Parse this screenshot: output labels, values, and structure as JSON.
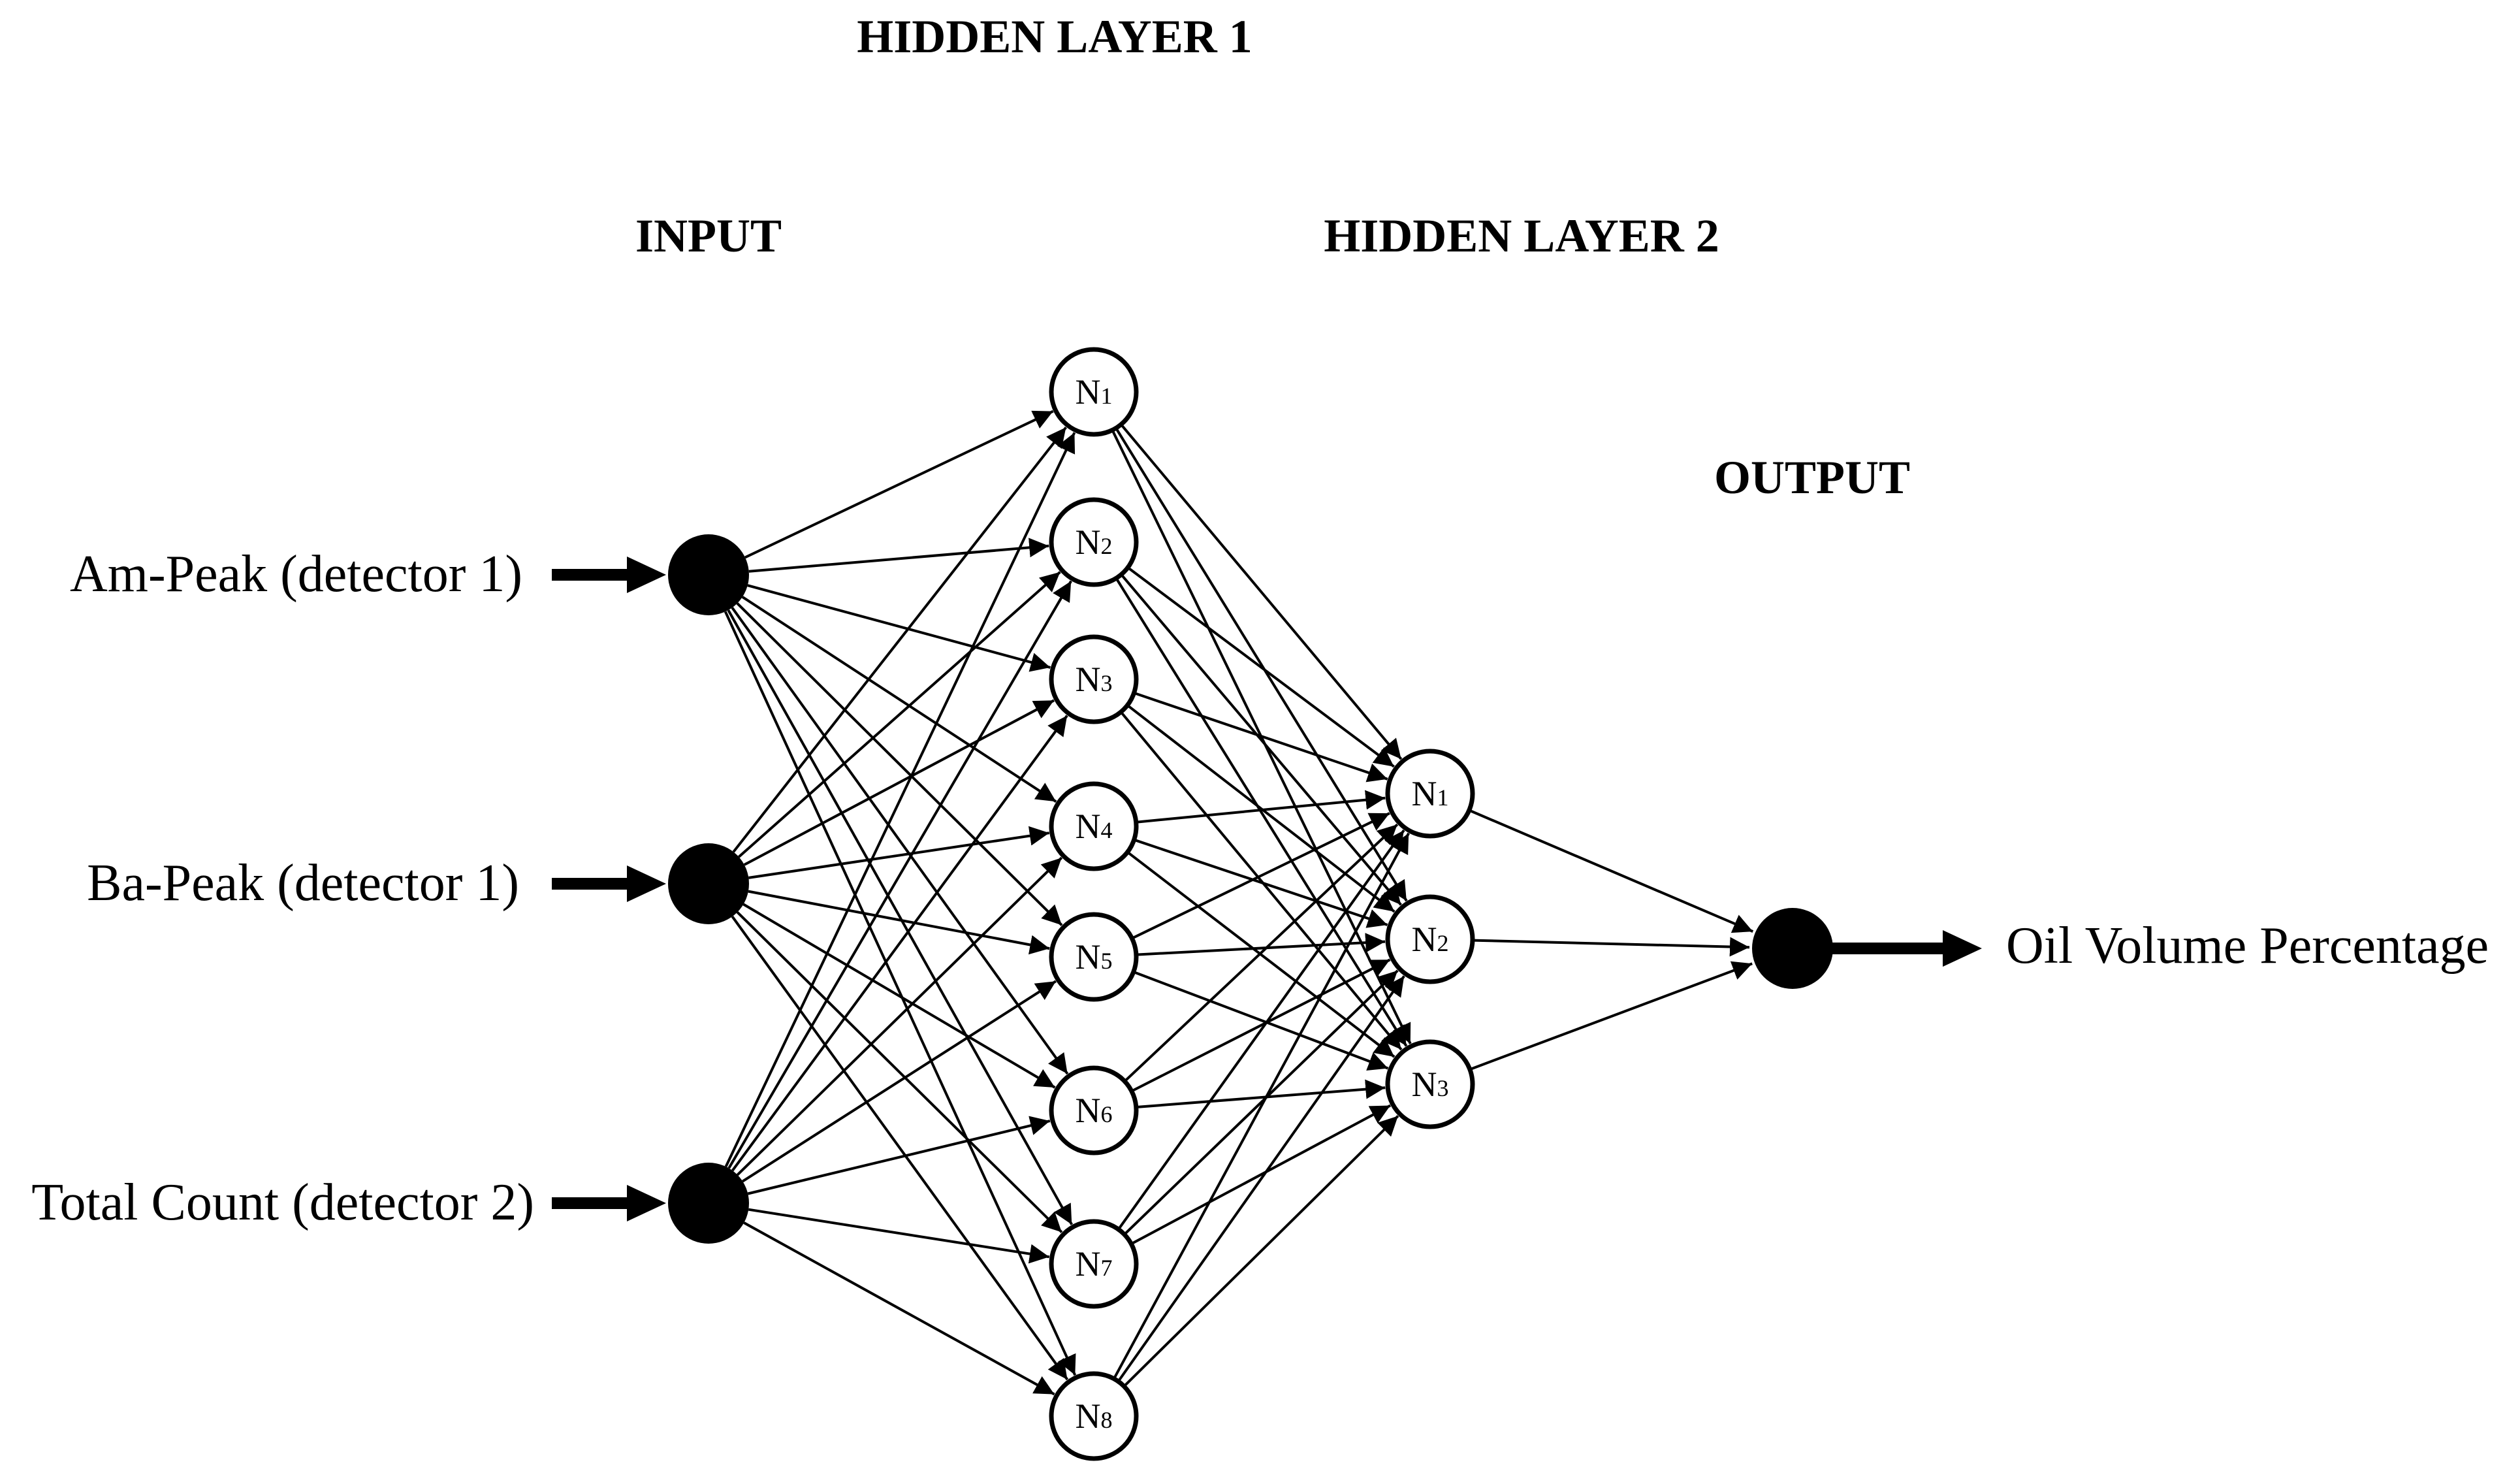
{
  "headers": {
    "input": "INPUT",
    "hidden1": "HIDDEN LAYER 1",
    "hidden2": "HIDDEN LAYER 2",
    "output": "OUTPUT"
  },
  "inputs": [
    {
      "label": "Am-Peak (detector 1)"
    },
    {
      "label": "Ba-Peak (detector 1)"
    },
    {
      "label": "Total Count (detector 2)"
    }
  ],
  "hidden1": [
    {
      "letter": "N",
      "sub": "1"
    },
    {
      "letter": "N",
      "sub": "2"
    },
    {
      "letter": "N",
      "sub": "3"
    },
    {
      "letter": "N",
      "sub": "4"
    },
    {
      "letter": "N",
      "sub": "5"
    },
    {
      "letter": "N",
      "sub": "6"
    },
    {
      "letter": "N",
      "sub": "7"
    },
    {
      "letter": "N",
      "sub": "8"
    }
  ],
  "hidden2": [
    {
      "letter": "N",
      "sub": "1"
    },
    {
      "letter": "N",
      "sub": "2"
    },
    {
      "letter": "N",
      "sub": "3"
    }
  ],
  "output": {
    "label": "Oil Volume Percentage"
  },
  "colors": {
    "ink": "#000000",
    "paper": "#ffffff"
  }
}
